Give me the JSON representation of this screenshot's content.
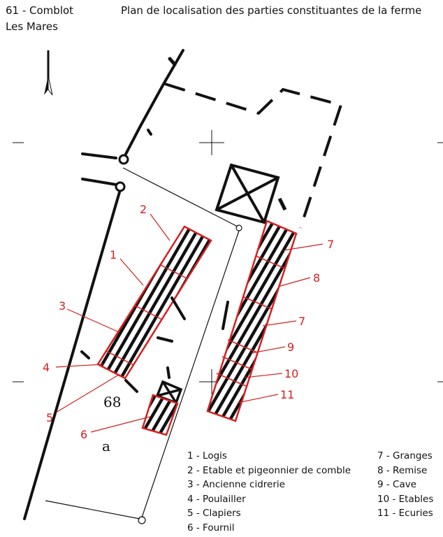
{
  "header": {
    "commune": "61 - Comblot",
    "lieu": "Les Mares",
    "title": "Plan de localisation des parties constituantes de la ferme"
  },
  "plan": {
    "parcel_number": "68",
    "parcel_letter": "a",
    "labels": [
      "1",
      "2",
      "3",
      "4",
      "5",
      "6",
      "7",
      "8",
      "7",
      "9",
      "10",
      "11"
    ]
  },
  "legend": {
    "left": [
      "1 - Logis",
      "2 - Etable et pigeonnier de comble",
      "3 - Ancienne cidrerie",
      "4 - Poulailler",
      "5 - Clapiers",
      "6 - Fournil"
    ],
    "right": [
      "7 - Granges",
      "8 - Remise",
      "9 - Cave",
      "10 - Etables",
      "11 - Ecuries"
    ]
  },
  "colors": {
    "highlight": "#d42020",
    "ink": "#111111"
  }
}
